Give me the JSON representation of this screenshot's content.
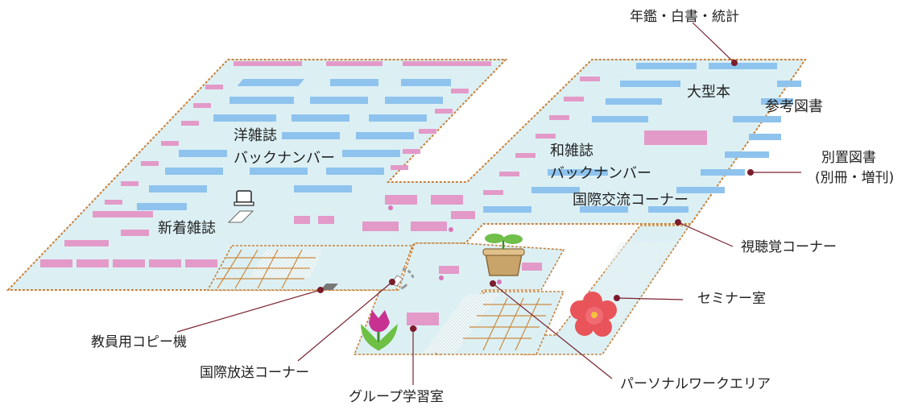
{
  "labels": {
    "yearbook": "年鑑・白書・統計",
    "large_books": "大型本",
    "reference": "参考図書",
    "western_magazines_line1": "洋雑誌",
    "western_magazines_line2": "バックナンバー",
    "japanese_magazines_line1": "和雑誌",
    "japanese_magazines_line2": "バックナンバー",
    "separate_books_line1": "別置図書",
    "separate_books_line2": "(別冊・増刊)",
    "international_exchange": "国際交流コーナー",
    "new_magazines": "新着雑誌",
    "audiovisual": "視聴覚コーナー",
    "seminar_room": "セミナー室",
    "faculty_copier": "教員用コピー機",
    "international_broadcast": "国際放送コーナー",
    "personal_work_area": "パーソナルワークエリア",
    "group_study_room": "グループ学習室"
  },
  "colors": {
    "floor": "#dcf0f4",
    "border": "#c9823a",
    "shelf_blue": "#8ec3ee",
    "shelf_pink": "#e39ac8",
    "leader": "#7a2330"
  }
}
